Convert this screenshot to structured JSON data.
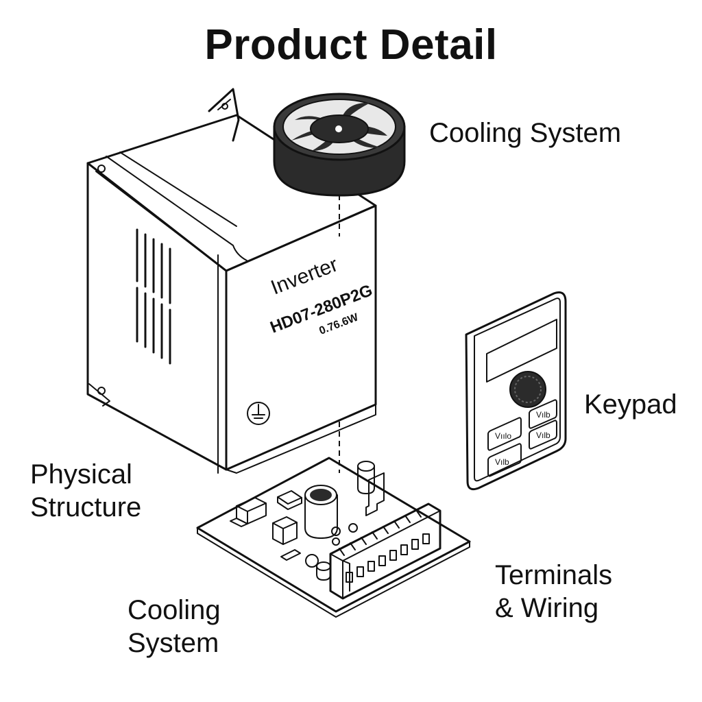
{
  "title": "Product Detail",
  "labels": {
    "cooling_system_top": "Cooling System",
    "keypad": "Keypad",
    "physical_structure": [
      "Physical",
      "Structure"
    ],
    "terminals_wiring": [
      "Terminals",
      "& Wiring"
    ],
    "cooling_system_bottom": [
      "Cooling",
      "System"
    ]
  },
  "inverter": {
    "name": "Inverter",
    "model": "HD07-280P2G",
    "rating": "0.76.6W"
  },
  "keypad_buttons": [
    "Vıılo",
    "Vılb",
    "Vılb",
    "Vılb"
  ],
  "colors": {
    "line": "#111111",
    "fan_body": "#2b2b2b",
    "fan_blade": "#3a3a3a",
    "background": "#ffffff"
  }
}
